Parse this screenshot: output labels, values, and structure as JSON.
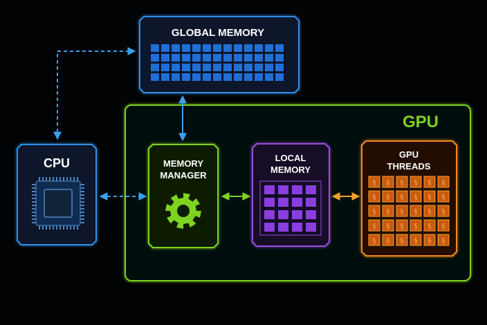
{
  "diagram": {
    "global_memory": {
      "title": "GLOBAL MEMORY",
      "color": "#2f8fe8",
      "cell_color": "#1f6fd6"
    },
    "gpu": {
      "label": "GPU",
      "color": "#7ed321"
    },
    "cpu": {
      "title": "CPU",
      "color": "#2f8fe8"
    },
    "memory_manager": {
      "title_line1": "MEMORY",
      "title_line2": "MANAGER",
      "color": "#7ed321",
      "icon": "gear-icon"
    },
    "local_memory": {
      "title_line1": "LOCAL",
      "title_line2": "MEMORY",
      "color": "#9b4de0",
      "cell_color": "#8a3ee0"
    },
    "gpu_threads": {
      "title_line1": "GPU",
      "title_line2": "THREADS",
      "color": "#f08a1c",
      "cell_color": "#c85a10",
      "glyph": "§"
    },
    "connectors": {
      "cpu_global": "#3aa0f0",
      "cpu_manager": "#3aa0f0",
      "manager_global": "#3aa0f0",
      "manager_local": "#7ed321",
      "local_threads": "#f5a030"
    }
  }
}
